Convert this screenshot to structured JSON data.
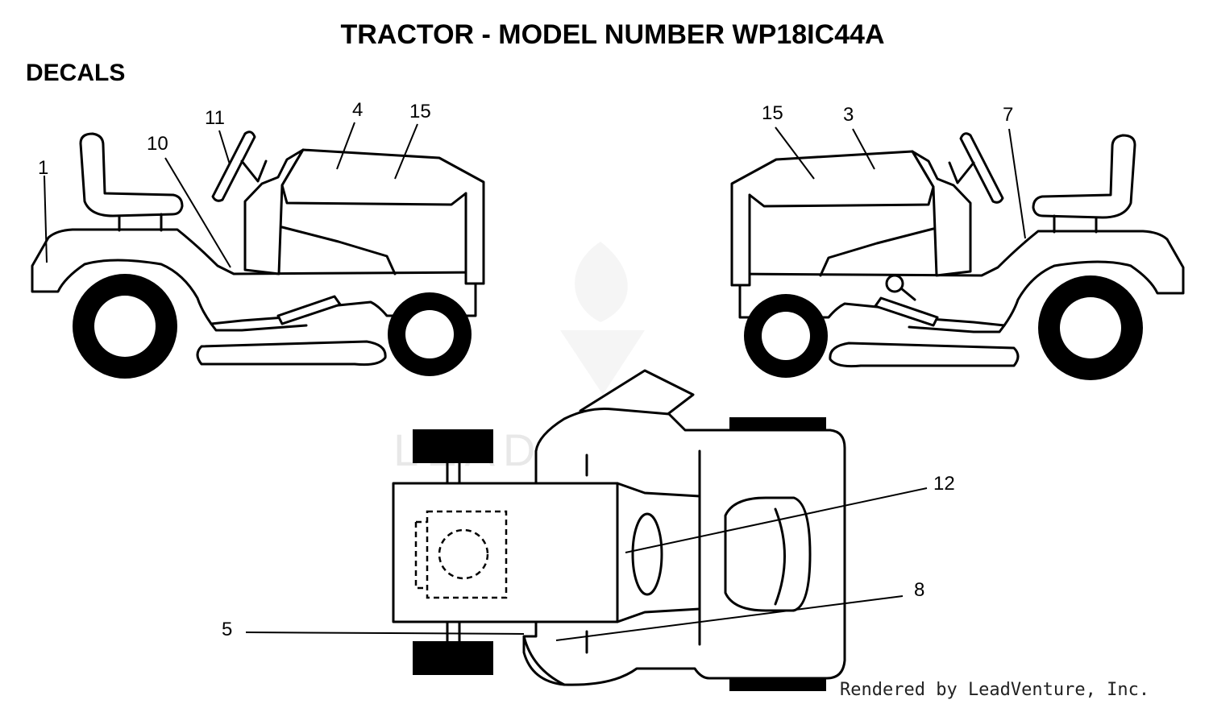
{
  "diagram": {
    "title": "TRACTOR - MODEL NUMBER WP18IC44A",
    "section": "DECALS",
    "watermark": "LEADVENTURE",
    "credit": "Rendered by LeadVenture, Inc.",
    "callouts": [
      {
        "id": "1",
        "label": "1"
      },
      {
        "id": "10",
        "label": "10"
      },
      {
        "id": "11",
        "label": "11"
      },
      {
        "id": "4",
        "label": "4"
      },
      {
        "id": "15a",
        "label": "15"
      },
      {
        "id": "15b",
        "label": "15"
      },
      {
        "id": "3",
        "label": "3"
      },
      {
        "id": "7",
        "label": "7"
      },
      {
        "id": "12",
        "label": "12"
      },
      {
        "id": "8",
        "label": "8"
      },
      {
        "id": "5",
        "label": "5"
      }
    ]
  }
}
